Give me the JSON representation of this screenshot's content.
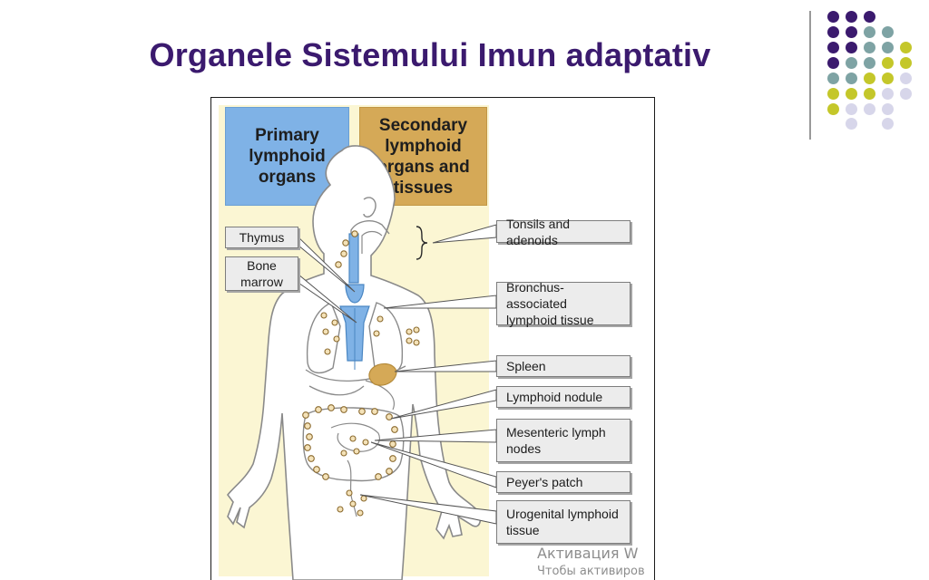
{
  "slide": {
    "title": "Organele Sistemului Imun adaptativ"
  },
  "figure": {
    "primary_header": "Primary lymphoid organs",
    "secondary_header": "Secondary lymphoid organs and tissues",
    "labels": {
      "thymus": "Thymus",
      "bone_marrow": "Bone marrow",
      "tonsils": "Tonsils and adenoids",
      "balt": "Bronchus-associated lymphoid tissue",
      "spleen": "Spleen",
      "lymphoid_nodule": "Lymphoid nodule",
      "mesenteric": "Mesenteric lymph nodes",
      "peyers": "Peyer's patch",
      "urogenital": "Urogenital lymphoid tissue"
    }
  },
  "watermark": {
    "line1": "Активация W",
    "line2": "Чтобы активиров"
  },
  "colors": {
    "title": "#3b1a6e",
    "primary_box": "#7fb2e6",
    "secondary_box": "#d5a957",
    "background_panel": "#fbf6d3",
    "dot_purple": "#3b1a6e",
    "dot_teal": "#7ea3a4",
    "dot_olive": "#c4c72a",
    "dot_lavender": "#d7d6ea"
  }
}
